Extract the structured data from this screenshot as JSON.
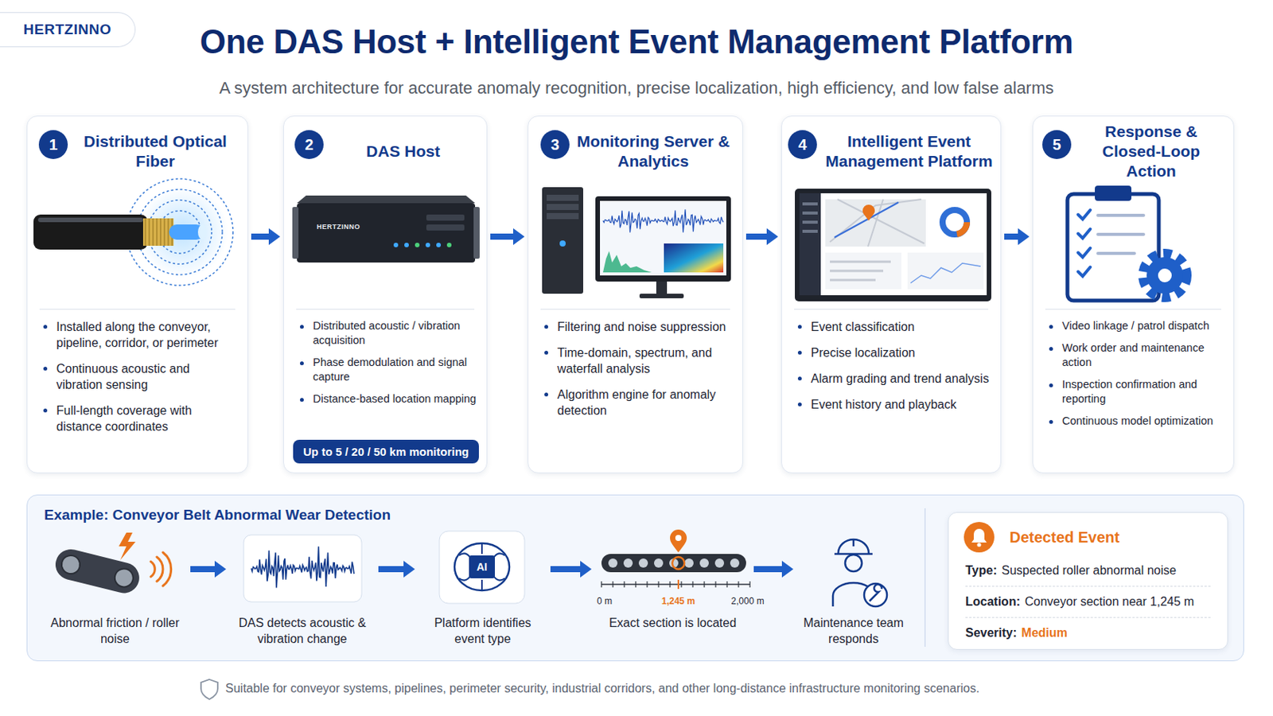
{
  "diagram": {
    "title": "One DAS Host + Intelligent Event Management Platform",
    "nodes": [
      {
        "text": [
          "HERTZINNO"
        ]
      },
      {
        "text": [
          "Distributed Optical Fiber",
          "Installed along the conveyor, pipeline, corridor, or perimeter",
          "Continuous acoustic and vibration sensing",
          "Full-length coverage with distance coordinates"
        ]
      },
      {
        "text": [
          "1"
        ],
        "in": 1
      },
      {
        "text": [
          "DAS Host",
          "Distributed acoustic / vibration acquisition",
          "Phase demodulation and signal capture",
          "Distance-based location mapping"
        ]
      },
      {
        "text": [
          "2"
        ],
        "in": 3
      },
      {
        "text": [
          "Up to 5 / 20 / 50 km monitoring"
        ],
        "in": 3
      },
      {
        "text": [
          "Monitoring Server & Analytics",
          "Filtering and noise suppression",
          "Time-domain, spectrum, and waterfall analysis",
          "Algorithm engine for anomaly detection"
        ]
      },
      {
        "text": [
          "3"
        ],
        "in": 6
      },
      {
        "text": [
          "Intelligent Event Management Platform",
          "Event classification",
          "Precise localization",
          "Alarm grading and trend analysis",
          "Event history and playback"
        ]
      },
      {
        "text": [
          "4"
        ],
        "in": 8
      },
      {
        "text": [
          "Response & Closed-Loop Action",
          "Video linkage / patrol dispatch",
          "Work order and maintenance action",
          "Inspection confirmation and reporting",
          "Continuous model optimization"
        ]
      },
      {
        "text": [
          "5"
        ],
        "in": 10
      },
      {
        "text": [
          "Example: Conveyor Belt Abnormal Wear Detection"
        ]
      },
      {
        "text": [
          "Abnormal friction / roller noise"
        ],
        "in": 12
      },
      {
        "text": [
          "DAS detects acoustic & vibration change"
        ],
        "in": 12
      },
      {
        "text": [
          "Platform identifies event type"
        ],
        "in": 12
      },
      {
        "text": [
          "Exact section is located"
        ],
        "in": 12
      },
      {
        "text": [
          "Maintenance team responds"
        ],
        "in": 12
      },
      {
        "text": [
          "Detected Event",
          "Type:",
          "Suspected roller abnormal noise",
          "Location:",
          "Conveyor section near 1,245 m",
          "Severity:",
          "Medium"
        ],
        "in": 12
      }
    ],
    "edges": [
      {
        "from": 1,
        "to": 3,
        "arrow": "to"
      },
      {
        "from": 3,
        "to": 6,
        "arrow": "to"
      },
      {
        "from": 6,
        "to": 8,
        "arrow": "to"
      },
      {
        "from": 8,
        "to": 10,
        "arrow": "to"
      },
      {
        "from": 13,
        "to": 14,
        "arrow": "to"
      },
      {
        "from": 14,
        "to": 15,
        "arrow": "to"
      },
      {
        "from": 15,
        "to": 16,
        "arrow": "to"
      },
      {
        "from": 16,
        "to": 17,
        "arrow": "to"
      }
    ],
    "labels": [
      "A system architecture for accurate anomaly recognition, precise localization, high efficiency, and low false alarms",
      "HERTZINNO",
      "AI",
      "0 m",
      "1,245 m",
      "2,000 m",
      "Suitable for conveyor systems, pipelines, perimeter security, industrial corridors, and other long-distance infrastructure monitoring scenarios."
    ]
  }
}
